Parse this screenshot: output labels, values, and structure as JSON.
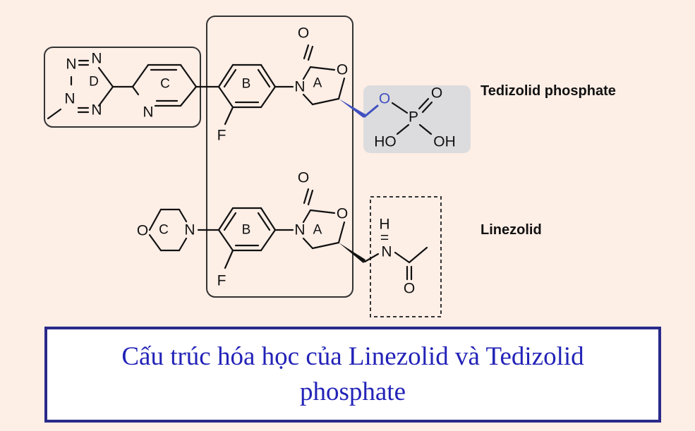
{
  "compounds": [
    {
      "name": "Tedizolid phosphate"
    },
    {
      "name": "Linezolid"
    }
  ],
  "ring_labels": {
    "A": "A",
    "B": "B",
    "C": "C",
    "D": "D"
  },
  "atoms": {
    "O": "O",
    "N": "N",
    "F": "F",
    "P": "P",
    "H": "H",
    "HO": "HO",
    "OH": "OH",
    "eq": "="
  },
  "caption": "Cấu trúc hóa học của Linezolid và Tedizolid phosphate",
  "colors": {
    "background": "#fdeee6",
    "caption_border": "#2a2a8a",
    "caption_text": "#2323b8",
    "highlight": "#dcdcde",
    "oxygen_link": "#4050c0"
  }
}
